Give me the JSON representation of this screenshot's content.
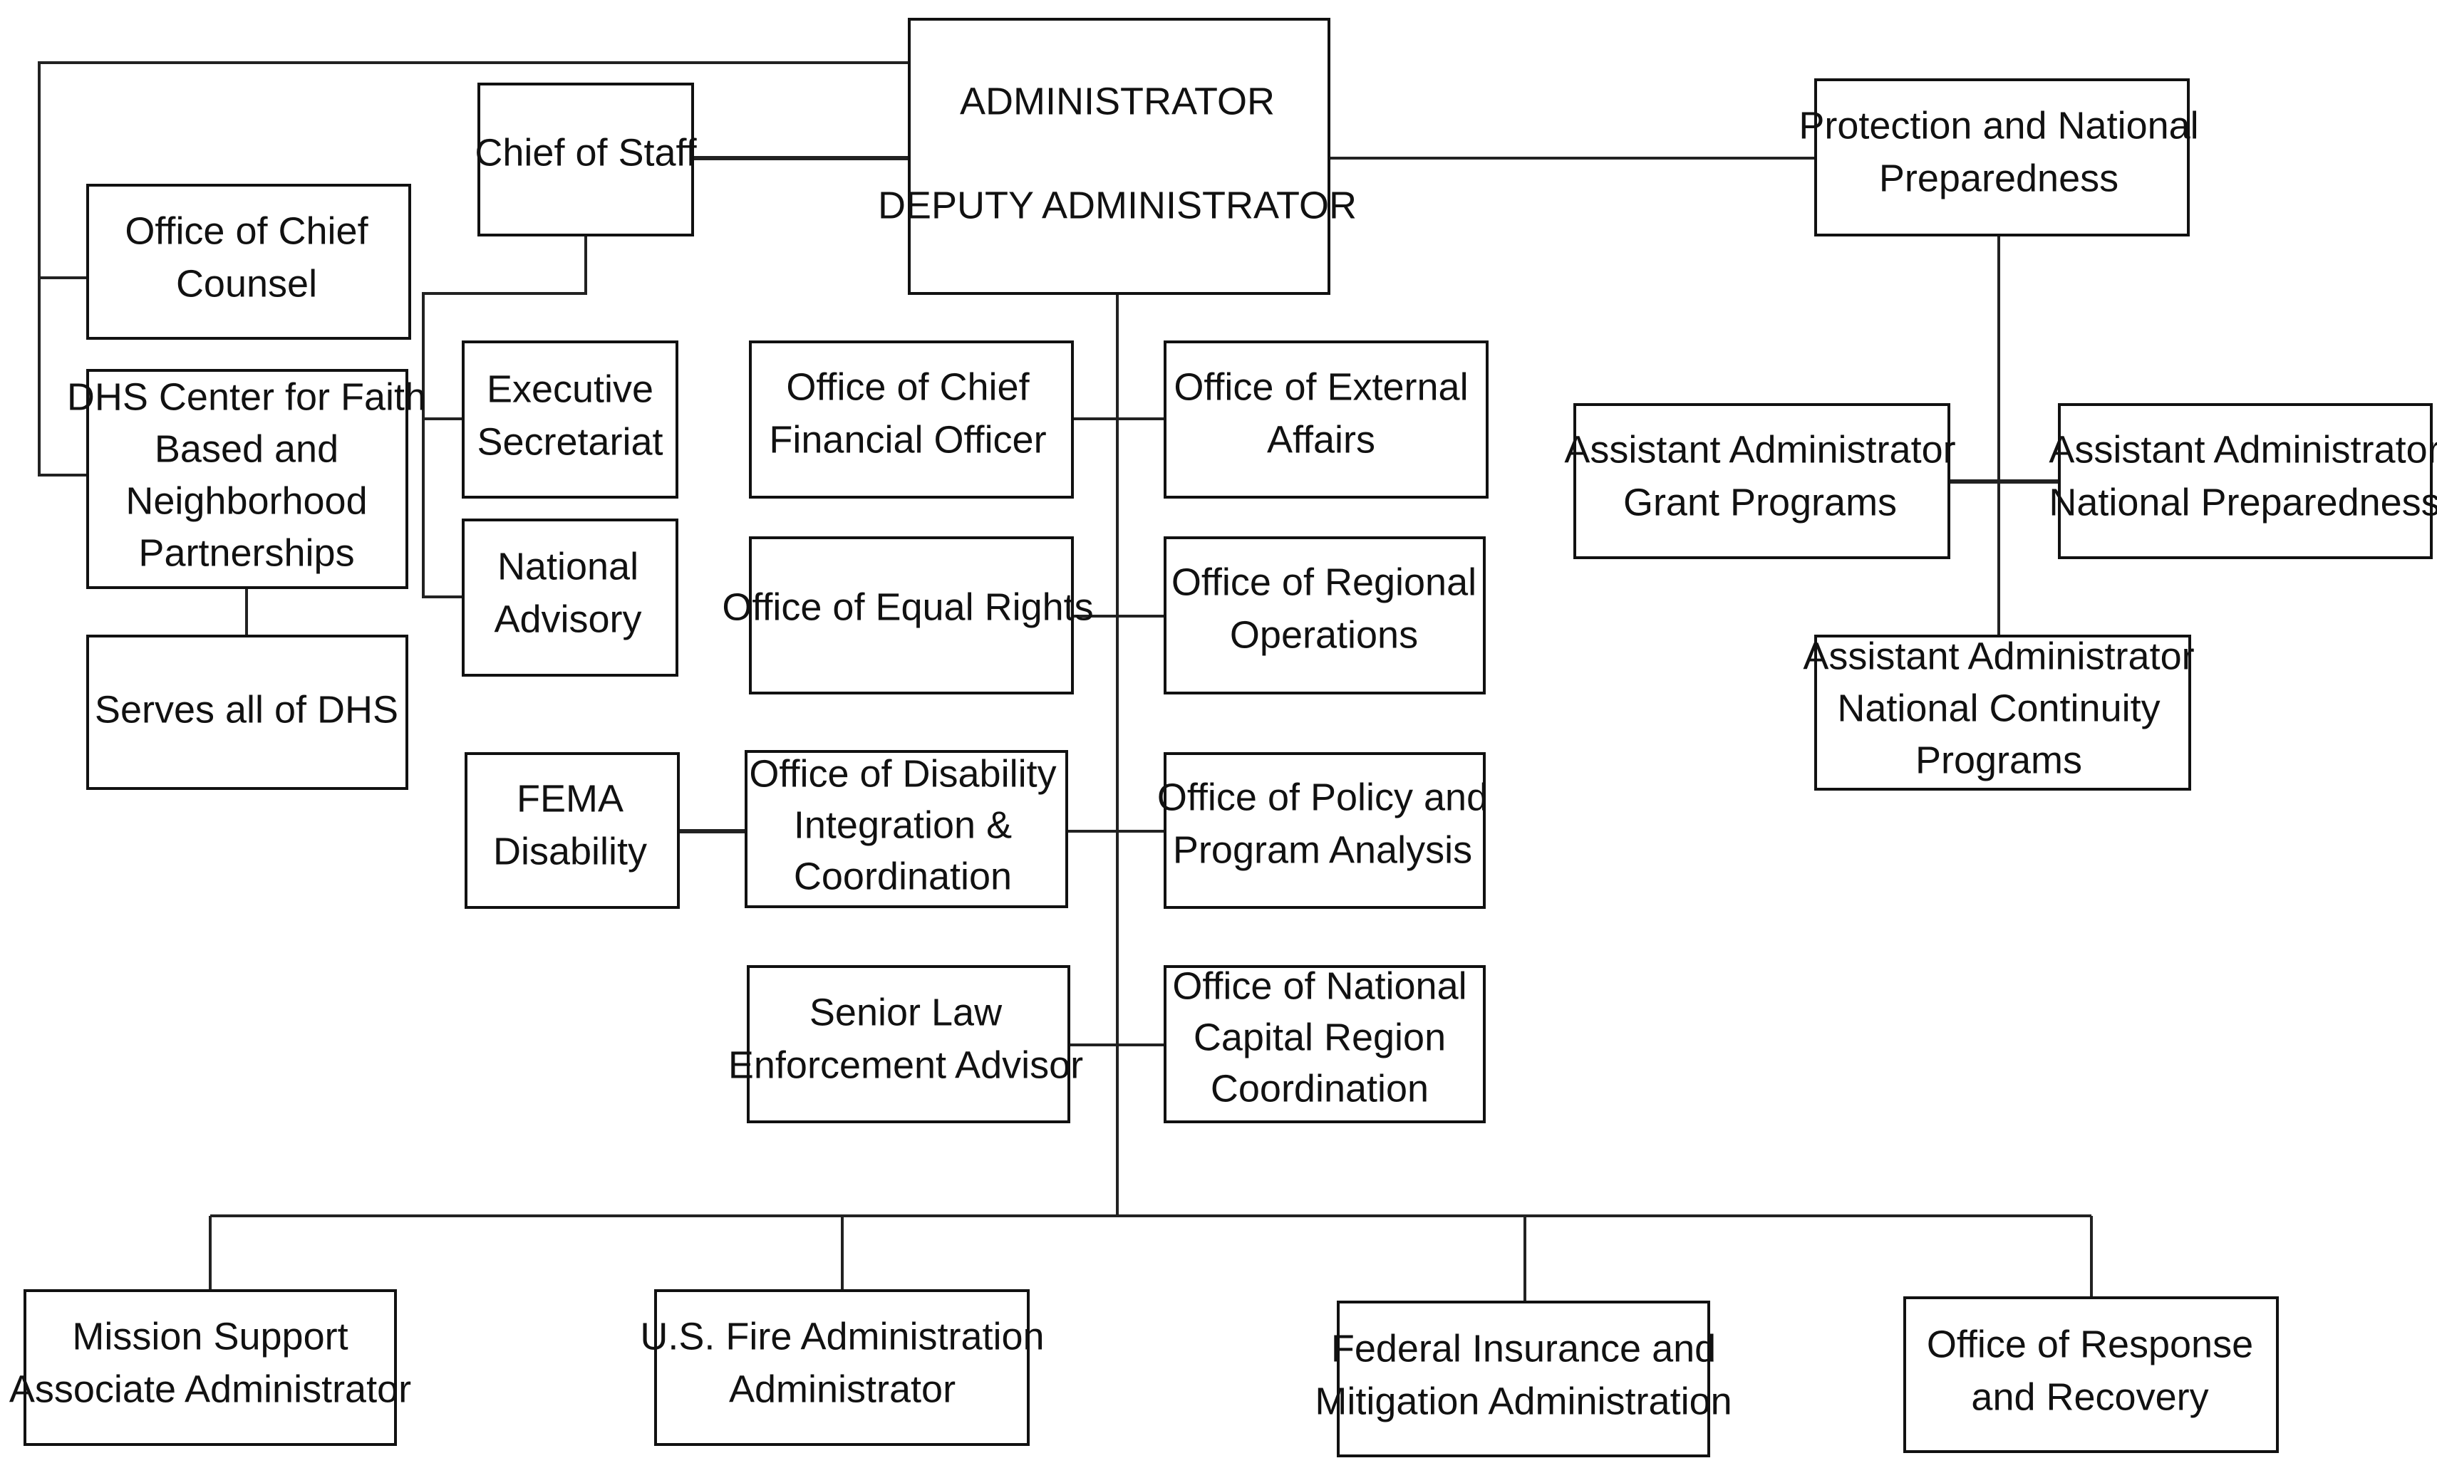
{
  "org_chart": {
    "administrator": {
      "line1": "ADMINISTRATOR",
      "line2": "DEPUTY ADMINISTRATOR"
    },
    "chief_of_staff": [
      "Chief of Staff"
    ],
    "chief_counsel": [
      "Office of Chief",
      "Counsel"
    ],
    "faith_center": [
      "DHS Center for Faith",
      "Based and",
      "Neighborhood",
      "Partnerships"
    ],
    "serves_all": [
      "Serves all of DHS"
    ],
    "exec_secretariat": [
      "Executive",
      "Secretariat"
    ],
    "national_advisory": [
      "National",
      "Advisory"
    ],
    "fema_disability": [
      "FEMA",
      "Disability"
    ],
    "cfo": [
      "Office of Chief",
      "Financial Officer"
    ],
    "equal_rights": [
      "Office of  Equal Rights"
    ],
    "disability_integration": [
      "Office of Disability",
      "Integration &",
      "Coordination"
    ],
    "senior_law": [
      "Senior Law",
      "Enforcement Advisor"
    ],
    "external_affairs": [
      "Office of  External",
      "Affairs"
    ],
    "regional_ops": [
      "Office of  Regional",
      "Operations"
    ],
    "policy": [
      "Office of Policy and",
      "Program Analysis"
    ],
    "ncr": [
      "Office of  National",
      "Capital Region",
      "Coordination"
    ],
    "protection": [
      "Protection and National",
      "Preparedness"
    ],
    "grant_programs": [
      "Assistant Administrator",
      "Grant Programs"
    ],
    "national_preparedness": [
      "Assistant Administrator",
      "National Preparedness"
    ],
    "continuity": [
      "Assistant Administrator",
      "National Continuity",
      "Programs"
    ],
    "mission_support": [
      "Mission Support",
      "Associate Administrator"
    ],
    "usfa": [
      "U.S. Fire Administration",
      "Administrator"
    ],
    "fima": [
      "Federal Insurance and",
      "Mitigation Administration"
    ],
    "response_recovery": [
      "Office of Response",
      "and Recovery"
    ]
  }
}
